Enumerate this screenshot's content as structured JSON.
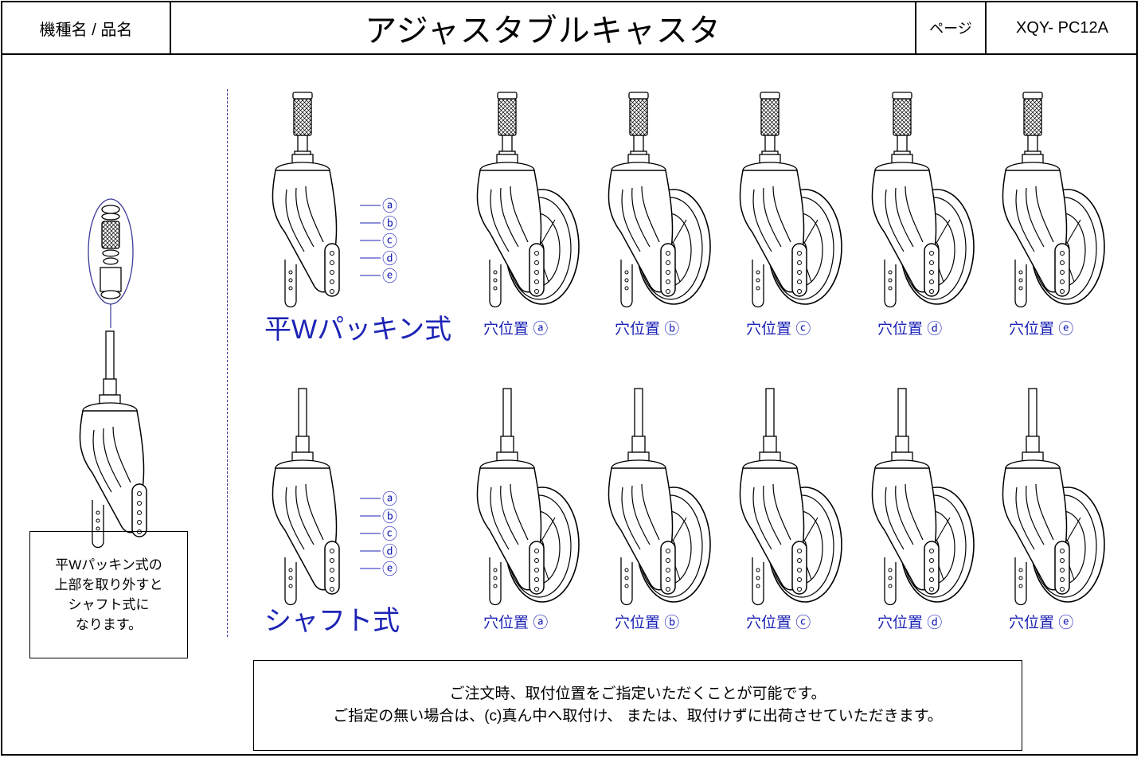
{
  "header": {
    "model_label": "機種名 / 品名",
    "title": "アジャスタブルキャスタ",
    "page_label": "ページ",
    "code": "XQY- PC12A"
  },
  "variants": [
    {
      "name": "平Wパッキン式",
      "holes": [
        "穴位置 ⓐ",
        "穴位置 ⓑ",
        "穴位置 ⓒ",
        "穴位置 ⓓ",
        "穴位置 ⓔ"
      ]
    },
    {
      "name": "シャフト式",
      "holes": [
        "穴位置 ⓐ",
        "穴位置 ⓑ",
        "穴位置 ⓒ",
        "穴位置 ⓓ",
        "穴位置 ⓔ"
      ]
    }
  ],
  "hole_markers": [
    "ⓐ",
    "ⓑ",
    "ⓒ",
    "ⓓ",
    "ⓔ"
  ],
  "side_note": [
    "平Wパッキン式の",
    "上部を取り外すと",
    "シャフト式に",
    "なります。"
  ],
  "order_note": [
    "ご注文時、取付位置をご指定いただくことが可能です。",
    "ご指定の無い場合は、(c)真ん中へ取付け、 または、取付けずに出荷させていただきます。"
  ],
  "colors": {
    "accent_blue": "#1c23b5",
    "line": "#000000"
  }
}
